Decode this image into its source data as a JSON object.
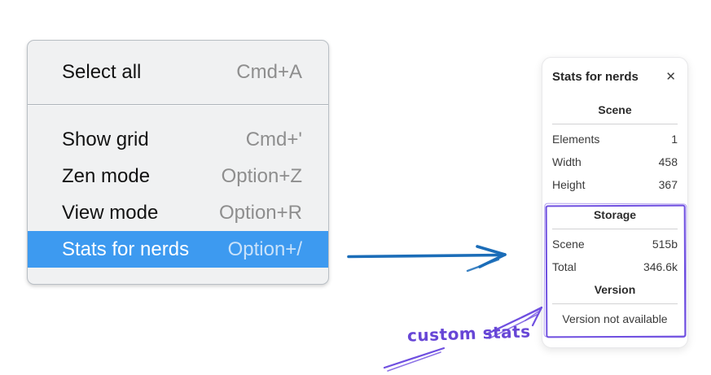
{
  "menu": {
    "items": [
      {
        "label": "Select all",
        "shortcut": "Cmd+A"
      },
      {
        "label": "Show grid",
        "shortcut": "Cmd+'"
      },
      {
        "label": "Zen mode",
        "shortcut": "Option+Z"
      },
      {
        "label": "View mode",
        "shortcut": "Option+R"
      },
      {
        "label": "Stats for nerds",
        "shortcut": "Option+/"
      }
    ]
  },
  "stats_panel": {
    "title": "Stats for nerds",
    "close_icon": "✕",
    "scene": {
      "heading": "Scene",
      "rows": [
        {
          "label": "Elements",
          "value": "1"
        },
        {
          "label": "Width",
          "value": "458"
        },
        {
          "label": "Height",
          "value": "367"
        }
      ]
    },
    "storage": {
      "heading": "Storage",
      "rows": [
        {
          "label": "Scene",
          "value": "515b"
        },
        {
          "label": "Total",
          "value": "346.6k"
        }
      ]
    },
    "version": {
      "heading": "Version",
      "note": "Version not available"
    }
  },
  "annotation": {
    "label": "custom stats"
  },
  "colors": {
    "menu_bg": "#f0f1f2",
    "menu_highlight": "#3d9af0",
    "arrow_blue": "#1b6db8",
    "annotation_purple": "#6f4fe0",
    "annotation_text": "#6746d6"
  }
}
